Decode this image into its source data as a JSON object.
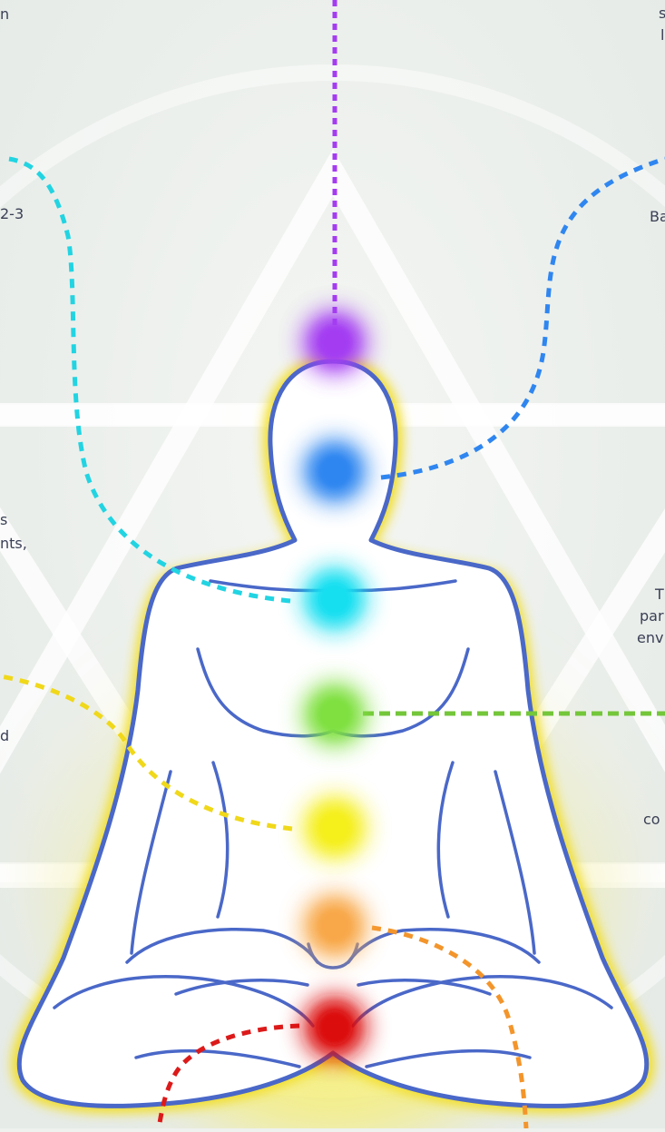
{
  "diagram": {
    "colors": {
      "background": "#eef1ee",
      "body_outline": "#4a68c8",
      "body_fill": "#ffffff",
      "aura": "#f2e44a",
      "crown": "#a43cf2",
      "third_eye": "#2f86f0",
      "throat": "#17dff0",
      "heart": "#7fe040",
      "solar_plexus": "#f5ef1a",
      "sacral": "#f8a848",
      "root": "#dc1010"
    },
    "chakras": [
      {
        "id": "crown",
        "color": "#a43cf2"
      },
      {
        "id": "third-eye",
        "color": "#2f86f0"
      },
      {
        "id": "throat",
        "color": "#17dff0"
      },
      {
        "id": "heart",
        "color": "#7fe040"
      },
      {
        "id": "solar-plexus",
        "color": "#f5ef1a"
      },
      {
        "id": "sacral",
        "color": "#f8a848"
      },
      {
        "id": "root",
        "color": "#dc1010"
      }
    ],
    "text_fragments": {
      "top_left": "n",
      "left_upper": "2-3",
      "left_mid_1": "s",
      "left_mid_2": "nts,",
      "left_lower": "d",
      "right_top_1": "s",
      "right_top_2": "l",
      "right_upper": "Ba",
      "right_mid_1": "T",
      "right_mid_2": "par",
      "right_mid_3": "env",
      "right_lower": "co"
    }
  }
}
